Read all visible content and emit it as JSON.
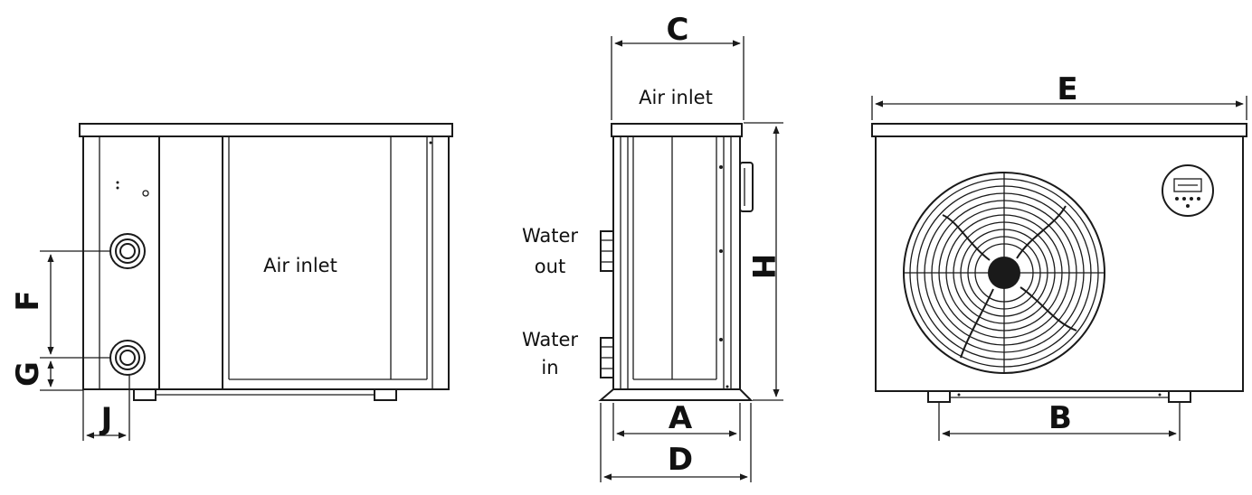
{
  "left_view": {
    "air_inlet_label": "Air inlet",
    "dim_f": "F",
    "dim_g": "G",
    "dim_j": "J"
  },
  "side_view": {
    "top_label": "Air inlet",
    "water_out_line1": "Water",
    "water_out_line2": "out",
    "water_in_line1": "Water",
    "water_in_line2": "in",
    "dim_c": "C",
    "dim_h": "H",
    "dim_a": "A",
    "dim_d": "D"
  },
  "front_view": {
    "dim_e": "E",
    "dim_b": "B"
  }
}
